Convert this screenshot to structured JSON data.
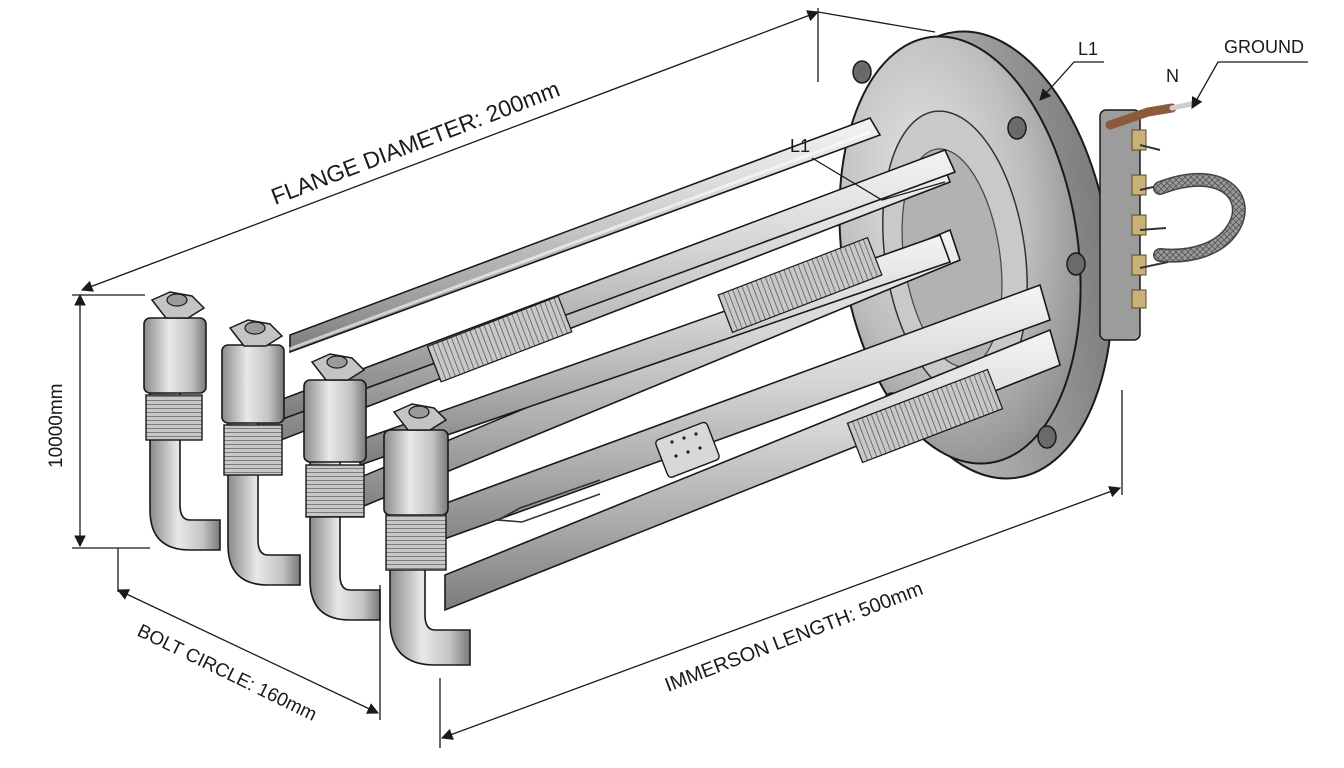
{
  "dimensions": {
    "flange_diameter": "FLANGE DIAMETER: 200mm",
    "height": "10000mm",
    "bolt_circle": "BOLT CIRCLE: 160mm",
    "immersion_length": "IMMERSON LENGTH: 500mm"
  },
  "callouts": {
    "l1_top": "L1",
    "ground": "GROUND",
    "n": "N",
    "l1_tube": "L1"
  },
  "colors": {
    "line": "#1a1a1a",
    "metal_light": "#f2f2f2",
    "metal_mid": "#b9b9b9",
    "metal_dark": "#6e6e6e",
    "brass": "#c9b27a",
    "copper": "#8a5a3a"
  }
}
